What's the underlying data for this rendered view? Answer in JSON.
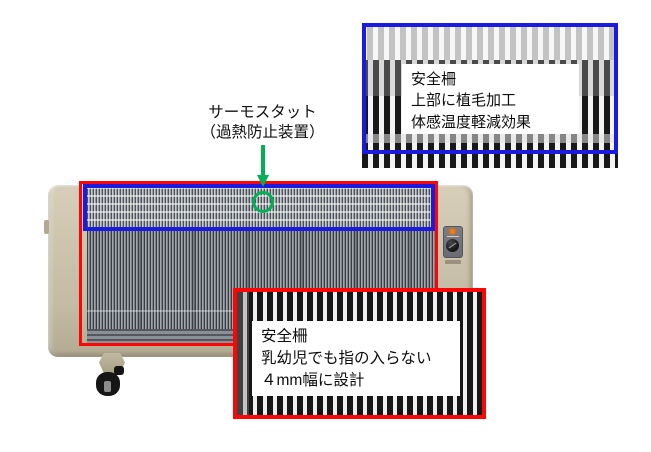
{
  "figure": {
    "background": "#ffffff",
    "thermostat_label": {
      "line1": "サーモスタット",
      "line2": "（過熱防止装置）"
    },
    "callout_top": {
      "lines": [
        "安全柵",
        "上部に植毛加工",
        "体感温度軽減効果"
      ],
      "border_color": "#1b1bdf"
    },
    "callout_bottom": {
      "lines": [
        "安全柵",
        "乳幼児でも指の入らない",
        "４mm幅に設計"
      ],
      "border_color": "#fe0505"
    },
    "highlights": {
      "red_box_color": "#fe0505",
      "blue_box_color": "#1b1bdf",
      "green_marker_color": "#00b057",
      "heater_body_color": "#cdc4ae"
    }
  }
}
